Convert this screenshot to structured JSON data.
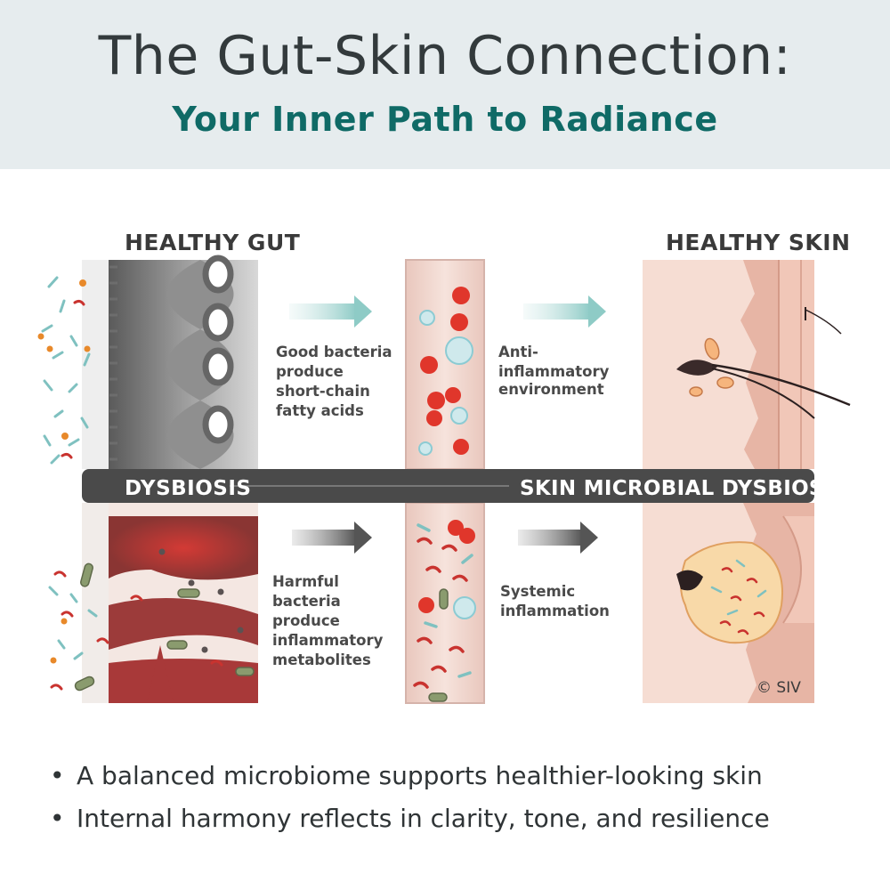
{
  "header": {
    "title": "The Gut-Skin Connection:",
    "subtitle": "Your Inner Path to Radiance"
  },
  "diagram": {
    "healthy_gut_label": "HEALTHY GUT",
    "healthy_skin_label": "HEALTHY SKIN",
    "dysbiosis_label": "DYSBIOSIS",
    "skin_dysbiosis_label": "SKIN MICROBIAL DYSBIOSIS",
    "good_bacteria_lines": [
      "Good bacteria",
      "produce",
      "short-chain",
      "fatty acids"
    ],
    "anti_inflammatory_lines": [
      "Anti-",
      "inflammatory",
      "environment"
    ],
    "harmful_bacteria_lines": [
      "Harmful",
      "bacteria",
      "produce",
      "inflammatory",
      "metabolites"
    ],
    "systemic_lines": [
      "Systemic",
      "inflammation"
    ],
    "copyright": "© SIV",
    "colors": {
      "teal_arrow": "#9fd0cc",
      "gray_arrow": "#5d5d5d",
      "band": "#4a4a4a",
      "red_cell": "#d6372a",
      "skin": "#f2cdbf"
    }
  },
  "bullets": [
    "A balanced microbiome supports healthier-looking skin",
    "Internal harmony reflects in clarity, tone, and resilience"
  ]
}
